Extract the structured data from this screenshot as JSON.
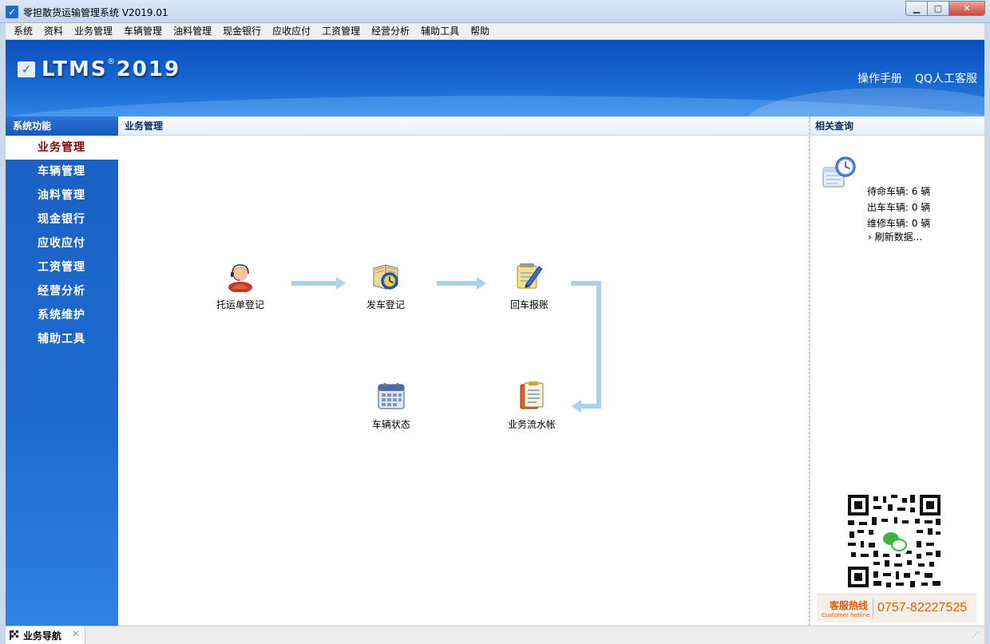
{
  "window": {
    "title": "零担散货运输管理系统 V2019.01",
    "buttons": {
      "minimize": "▁",
      "maximize": "▢",
      "close": "✕"
    }
  },
  "menu": [
    "系统",
    "资料",
    "业务管理",
    "车辆管理",
    "油料管理",
    "现金银行",
    "应收应付",
    "工资管理",
    "经营分析",
    "辅助工具",
    "帮助"
  ],
  "banner": {
    "logo": "LTMS",
    "logo_reg": "®",
    "logo_year": "2019",
    "manual_link": "操作手册",
    "qq_link": "QQ人工客服"
  },
  "sidebar": {
    "header": "系统功能",
    "items": [
      "业务管理",
      "车辆管理",
      "油料管理",
      "现金银行",
      "应收应付",
      "工资管理",
      "经营分析",
      "系统维护",
      "辅助工具"
    ],
    "active_index": 0
  },
  "main": {
    "header": "业务管理",
    "flow": {
      "consignment": {
        "label": "托运单登记",
        "icon": "operator-icon"
      },
      "dispatch": {
        "label": "发车登记",
        "icon": "clock-book-icon"
      },
      "return": {
        "label": "回车报账",
        "icon": "notepad-pen-icon"
      },
      "vehicle_status": {
        "label": "车辆状态",
        "icon": "calendar-icon"
      },
      "ledger": {
        "label": "业务流水帐",
        "icon": "ledger-icon"
      }
    }
  },
  "related": {
    "header": "相关查询",
    "waiting": "待命车辆: 6 辆",
    "outgoing": "出车车辆: 0 辆",
    "repair": "维修车辆: 0 辆",
    "refresh": "› 刷新数据..."
  },
  "hotline": {
    "title": "客服热线",
    "subtitle": "Customer hotline",
    "number": "0757-82227525"
  },
  "bottom": {
    "tab_label": "业务导航",
    "close": "✕"
  },
  "colors": {
    "banner": "#1767d0",
    "sidebar": "#1e6bd0",
    "active_text": "#7b0b0b",
    "arrow": "#a8d3ec",
    "hotline": "#e35a0c"
  }
}
